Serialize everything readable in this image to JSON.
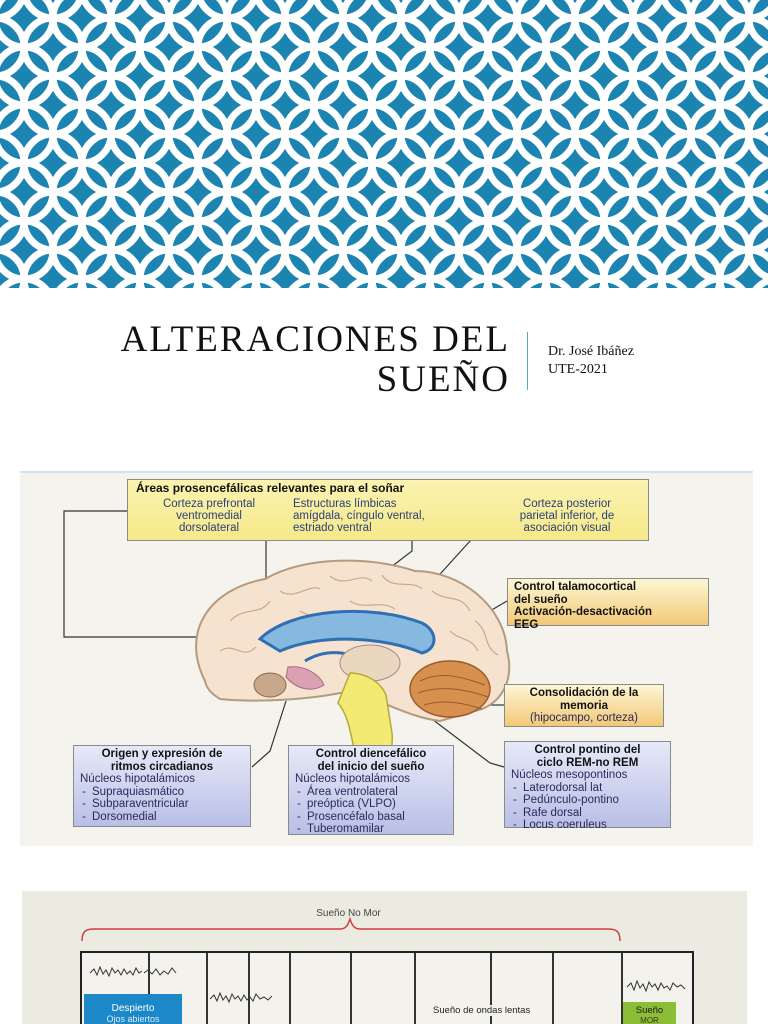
{
  "colors": {
    "pattern_bg": "#1c84b0",
    "pattern_line": "#ffffff",
    "accent_divider": "#5aa5c7",
    "wake_blue": "#1c88c7",
    "rem_green": "#8bbd37"
  },
  "title": {
    "line1": "ALTERACIONES DEL",
    "line2": "SUEÑO"
  },
  "author": {
    "name": "Dr. José Ibáñez",
    "org": "UTE-2021"
  },
  "brain_figure": {
    "areas": {
      "heading": "Áreas prosencefálicas relevantes para el soñar",
      "col1": [
        "Corteza prefrontal",
        "ventromedial",
        "dorsolateral"
      ],
      "col2": [
        "Estructuras límbicas",
        "amígdala, cíngulo ventral,",
        "estriado ventral"
      ],
      "col3": [
        "Corteza posterior",
        "parietal inferior, de",
        "asociación visual"
      ]
    },
    "talamo": {
      "heading1": "Control talamocortical",
      "heading2": "del sueño",
      "heading3": "Activación-desactivación",
      "heading4": "EEG"
    },
    "memoria": {
      "heading1": "Consolidación de la",
      "heading2": "memoria",
      "sub": "(hipocampo, corteza)"
    },
    "circadianos": {
      "heading1": "Origen y expresión de",
      "heading2": "ritmos circadianos",
      "sub": "Núcleos hipotalámicos",
      "items": [
        "Supraquiasmático",
        "Subparaventricular",
        "Dorsomedial"
      ]
    },
    "diencefalico": {
      "heading1": "Control diencefálico",
      "heading2": "del inicio del sueño",
      "sub": "Núcleos hipotalámicos",
      "items": [
        "Área ventrolateral",
        "preóptica (VLPO)",
        "Prosencéfalo basal",
        "Tuberomamilar"
      ]
    },
    "pontino": {
      "heading1": "Control pontino del",
      "heading2": "ciclo REM-no REM",
      "sub": "Núcleos mesopontinos",
      "items": [
        "Laterodorsal lat",
        "Pedúnculo-pontino",
        "Rafe dorsal",
        "Locus coeruleus"
      ]
    }
  },
  "sleep_figure": {
    "nomor_label": "Sueño No Mor",
    "wake_label": "Despierto",
    "wake_sub": "Ojos abiertos",
    "slow_label": "Sueño de ondas lentas",
    "rem_label": "Sueño",
    "rem_sub": "MOR"
  }
}
